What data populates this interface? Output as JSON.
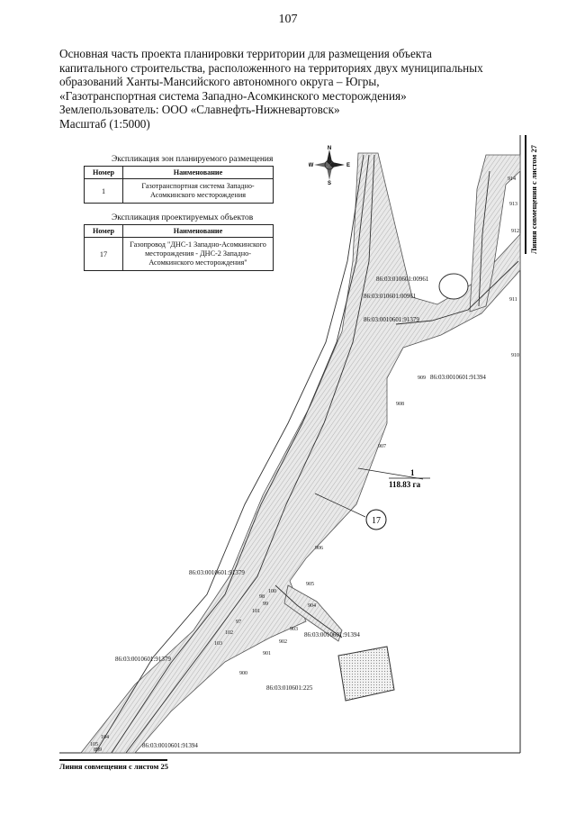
{
  "page_number": "107",
  "header": {
    "lines": [
      "Основная часть проекта планировки территории для размещения объекта",
      "капитального строительства, расположенного на территориях двух муниципальных",
      "образований Ханты-Мансийского автономного округа – Югры,",
      "«Газотранспортная система Западно-Асомкинского месторождения»",
      "Землепользователь: ООО «Славнефть-Нижневартовск»",
      "Масштаб (1:5000)"
    ]
  },
  "compass": {
    "n": "N",
    "s": "S",
    "e": "E",
    "w": "W"
  },
  "zones_table": {
    "title": "Экспликация зон планируемого размещения",
    "headers": [
      "Номер",
      "Наименование"
    ],
    "rows": [
      {
        "num": "1",
        "name": "Газотранспортная система Западно-Асомкинского месторождения"
      }
    ]
  },
  "objects_table": {
    "title": "Экспликация проектируемых объектов",
    "headers": [
      "Номер",
      "Наименование"
    ],
    "rows": [
      {
        "num": "17",
        "name": "Газопровод \"ДНС-1 Западно-Асомкинского месторождения - ДНС-2 Западно-Асомкинского месторождения\""
      }
    ]
  },
  "map": {
    "right_matchline": "Линия совмещения с листом 27",
    "bottom_matchline": "Линия совмещения с листом 25",
    "zone_label_num": "1",
    "zone_label_area": "118.83 га",
    "object_marker": "17",
    "parcels": [
      "86:03:010601:00961",
      "86:03:010601:00961",
      "86:03:0010601:91379",
      "86:03:0010601:91394",
      "86:03:0010601:91379",
      "86:03:0010601:91394",
      "86:03:0010601:91379",
      "86:03:010601:225",
      "86:03:0010601:91394"
    ],
    "points": [
      "910",
      "911",
      "912",
      "913",
      "914",
      "909",
      "908",
      "907",
      "906",
      "905",
      "904",
      "903",
      "902",
      "901",
      "900",
      "899",
      "100",
      "101",
      "97",
      "98",
      "99",
      "102",
      "103",
      "104",
      "105"
    ]
  }
}
